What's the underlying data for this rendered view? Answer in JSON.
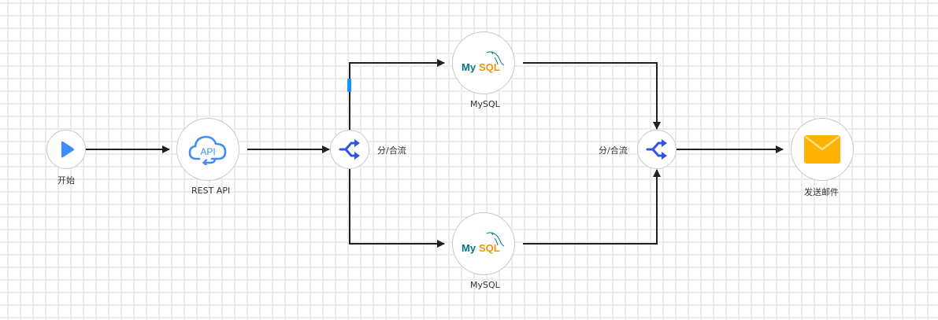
{
  "diagram": {
    "type": "workflow",
    "nodes": [
      {
        "id": "start",
        "label": "开始",
        "icon": "play-icon"
      },
      {
        "id": "rest-api",
        "label": "REST API",
        "icon": "cloud-api-icon",
        "icon_text": "API"
      },
      {
        "id": "split-1",
        "label": "分/合流",
        "icon": "split-merge-icon"
      },
      {
        "id": "mysql-top",
        "label": "MySQL",
        "icon": "mysql-logo-icon",
        "logo_text_my": "My",
        "logo_text_sql": "SQL"
      },
      {
        "id": "mysql-bottom",
        "label": "MySQL",
        "icon": "mysql-logo-icon",
        "logo_text_my": "My",
        "logo_text_sql": "SQL"
      },
      {
        "id": "split-2",
        "label": "分/合流",
        "icon": "split-merge-icon"
      },
      {
        "id": "email",
        "label": "发送邮件",
        "icon": "envelope-icon"
      }
    ],
    "edges": [
      {
        "from": "start",
        "to": "rest-api"
      },
      {
        "from": "rest-api",
        "to": "split-1"
      },
      {
        "from": "split-1",
        "to": "mysql-top"
      },
      {
        "from": "split-1",
        "to": "mysql-bottom"
      },
      {
        "from": "mysql-top",
        "to": "split-2"
      },
      {
        "from": "mysql-bottom",
        "to": "split-2"
      },
      {
        "from": "split-2",
        "to": "email"
      }
    ]
  },
  "colors": {
    "accent_blue": "#3f8cff",
    "split_blue": "#2f54eb",
    "edge": "#1f1f24",
    "handle": "#1890ff",
    "mysql_blue": "#00758f",
    "mysql_orange": "#f29111",
    "envelope": "#ffb300"
  }
}
